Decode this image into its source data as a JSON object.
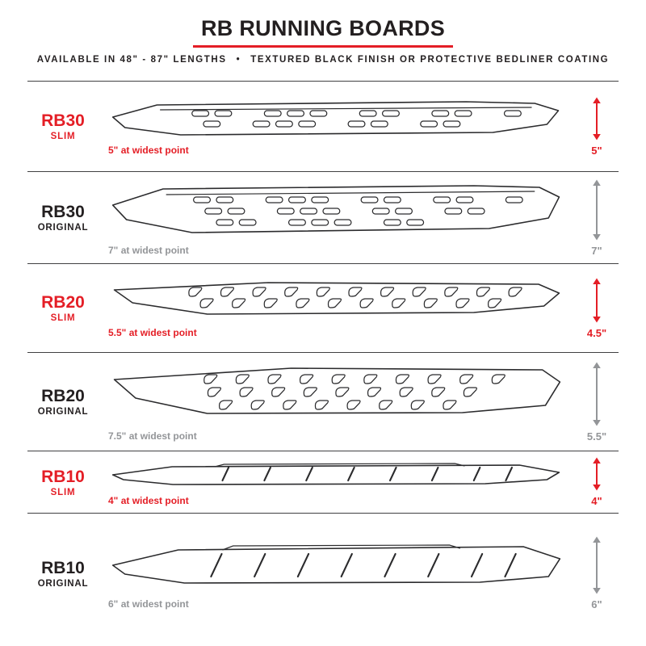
{
  "header": {
    "title": "RB RUNNING BOARDS",
    "subtitle_left": "AVAILABLE IN 48\" - 87\" LENGTHS",
    "subtitle_sep": "•",
    "subtitle_right": "TEXTURED BLACK FINISH OR PROTECTIVE BEDLINER COATING"
  },
  "colors": {
    "accent_red": "#e41e26",
    "ink": "#231f20",
    "muted_gray": "#939598"
  },
  "rows": [
    {
      "id": "rb30-slim",
      "model": "RB30",
      "variant": "SLIM",
      "width_note": "5\" at widest point",
      "height": "5\"",
      "tone": "slim",
      "drawing": "rb30-slim"
    },
    {
      "id": "rb30-original",
      "model": "RB30",
      "variant": "ORIGINAL",
      "width_note": "7\" at widest point",
      "height": "7\"",
      "tone": "original",
      "drawing": "rb30-original"
    },
    {
      "id": "rb20-slim",
      "model": "RB20",
      "variant": "SLIM",
      "width_note": "5.5\" at widest point",
      "height": "4.5\"",
      "tone": "slim",
      "drawing": "rb20-slim"
    },
    {
      "id": "rb20-original",
      "model": "RB20",
      "variant": "ORIGINAL",
      "width_note": "7.5\" at widest point",
      "height": "5.5\"",
      "tone": "original",
      "drawing": "rb20-original"
    },
    {
      "id": "rb10-slim",
      "model": "RB10",
      "variant": "SLIM",
      "width_note": "4\" at widest point",
      "height": "4\"",
      "tone": "slim",
      "drawing": "rb10-slim"
    },
    {
      "id": "rb10-original",
      "model": "RB10",
      "variant": "ORIGINAL",
      "width_note": "6\" at widest point",
      "height": "6\"",
      "tone": "original",
      "drawing": "rb10-original"
    }
  ]
}
